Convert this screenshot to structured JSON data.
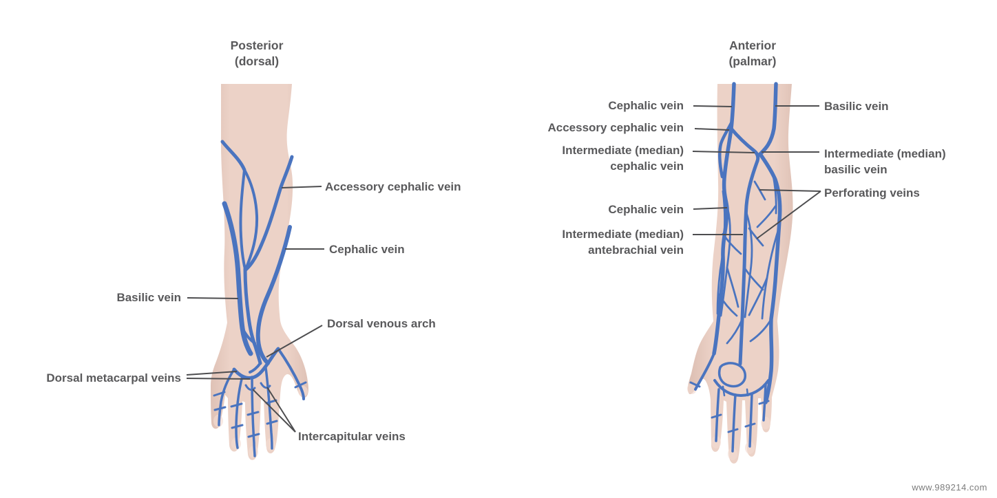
{
  "page": {
    "watermark": "www.989214.com"
  },
  "colors": {
    "skin": "#ecd2c7",
    "skin_shade": "#dcbeb2",
    "skin_tip": "#f2dcd3",
    "vein": "#4a74bf",
    "label_text": "#59595b",
    "leader_line": "#4d4d4f",
    "watermark": "#7d7d7d"
  },
  "panels": {
    "posterior": {
      "title": "Posterior",
      "subtitle": "(dorsal)",
      "labels": {
        "accessory_cephalic": "Accessory cephalic vein",
        "cephalic": "Cephalic vein",
        "basilic": "Basilic vein",
        "dorsal_venous_arch": "Dorsal venous arch",
        "dorsal_metacarpal": "Dorsal metacarpal veins",
        "intercapitular": "Intercapitular veins"
      }
    },
    "anterior": {
      "title": "Anterior",
      "subtitle": "(palmar)",
      "labels": {
        "cephalic_upper": "Cephalic vein",
        "accessory_cephalic": "Accessory cephalic vein",
        "intermediate_cephalic_l1": "Intermediate (median)",
        "intermediate_cephalic_l2": "cephalic vein",
        "cephalic_lower": "Cephalic vein",
        "intermediate_antebrachial_l1": "Intermediate (median)",
        "intermediate_antebrachial_l2": "antebrachial vein",
        "basilic": "Basilic vein",
        "intermediate_basilic_l1": "Intermediate (median)",
        "intermediate_basilic_l2": "basilic vein",
        "perforating": "Perforating veins"
      }
    }
  }
}
